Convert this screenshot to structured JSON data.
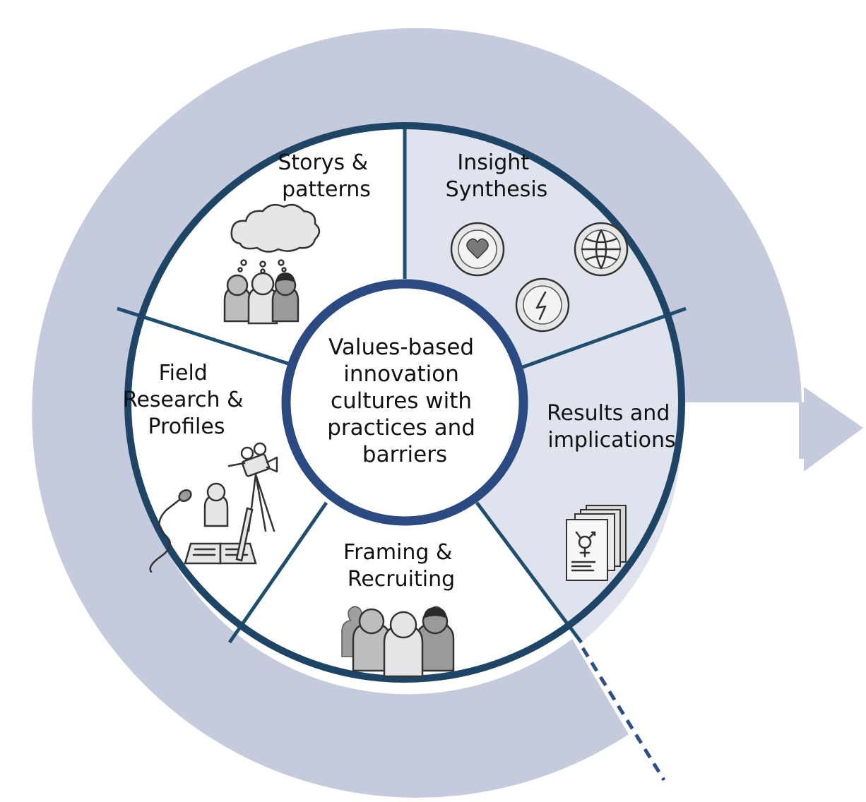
{
  "center": {
    "lines": [
      "Values-based",
      "innovation",
      "cultures with",
      "practices and",
      "barriers"
    ]
  },
  "segments": [
    {
      "id": "storys",
      "lines": [
        "Storys &",
        "patterns"
      ],
      "icon": "thinking-group-icon"
    },
    {
      "id": "insight",
      "lines": [
        "Insight",
        "Synthesis"
      ],
      "icon": "insight-badges-icon"
    },
    {
      "id": "results",
      "lines": [
        "Results and",
        "implications"
      ],
      "icon": "documents-stack-icon"
    },
    {
      "id": "framing",
      "lines": [
        "Framing &",
        "Recruiting"
      ],
      "icon": "crowd-icon"
    },
    {
      "id": "field",
      "lines": [
        "Field",
        "Research &",
        "Profiles"
      ],
      "icon": "interview-recording-icon"
    }
  ],
  "colors": {
    "arrow": "#c5cbdc",
    "highlight_segments": "#dfe3ee",
    "outer_ring": "#1f4566",
    "inner_ring": "#2b4a82"
  }
}
